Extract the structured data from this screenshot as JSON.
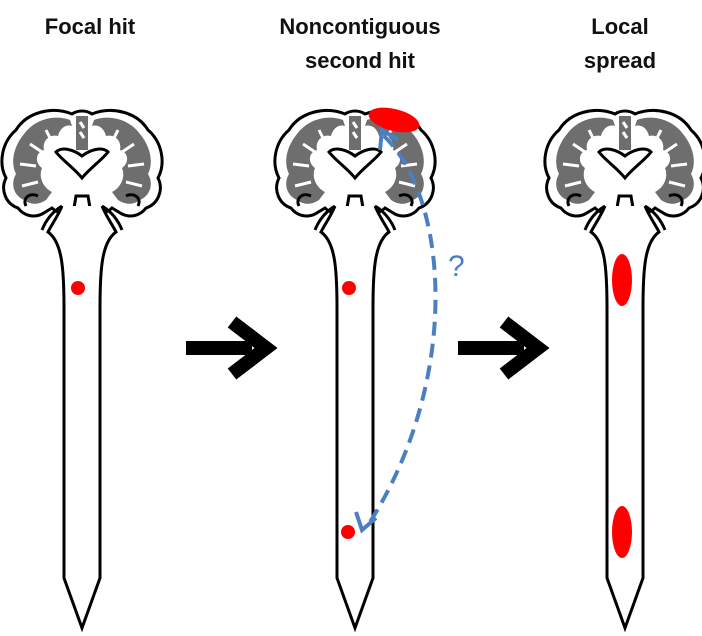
{
  "panels": [
    {
      "title_line1": "Focal hit",
      "title_line2": ""
    },
    {
      "title_line1": "Noncontiguous",
      "title_line2": "second hit"
    },
    {
      "title_line1": "Local",
      "title_line2": "spread"
    }
  ],
  "annotation": {
    "question_mark": "?"
  },
  "colors": {
    "lesion": "#ff0000",
    "arrow": "#000000",
    "dashed_arrow": "#4a7fc1",
    "brain_gray": "#6e6e6e",
    "outline": "#000000"
  },
  "icons": [
    "brain-icon",
    "spinal-cord-icon",
    "right-arrow-icon",
    "dashed-curved-arrow-icon"
  ]
}
